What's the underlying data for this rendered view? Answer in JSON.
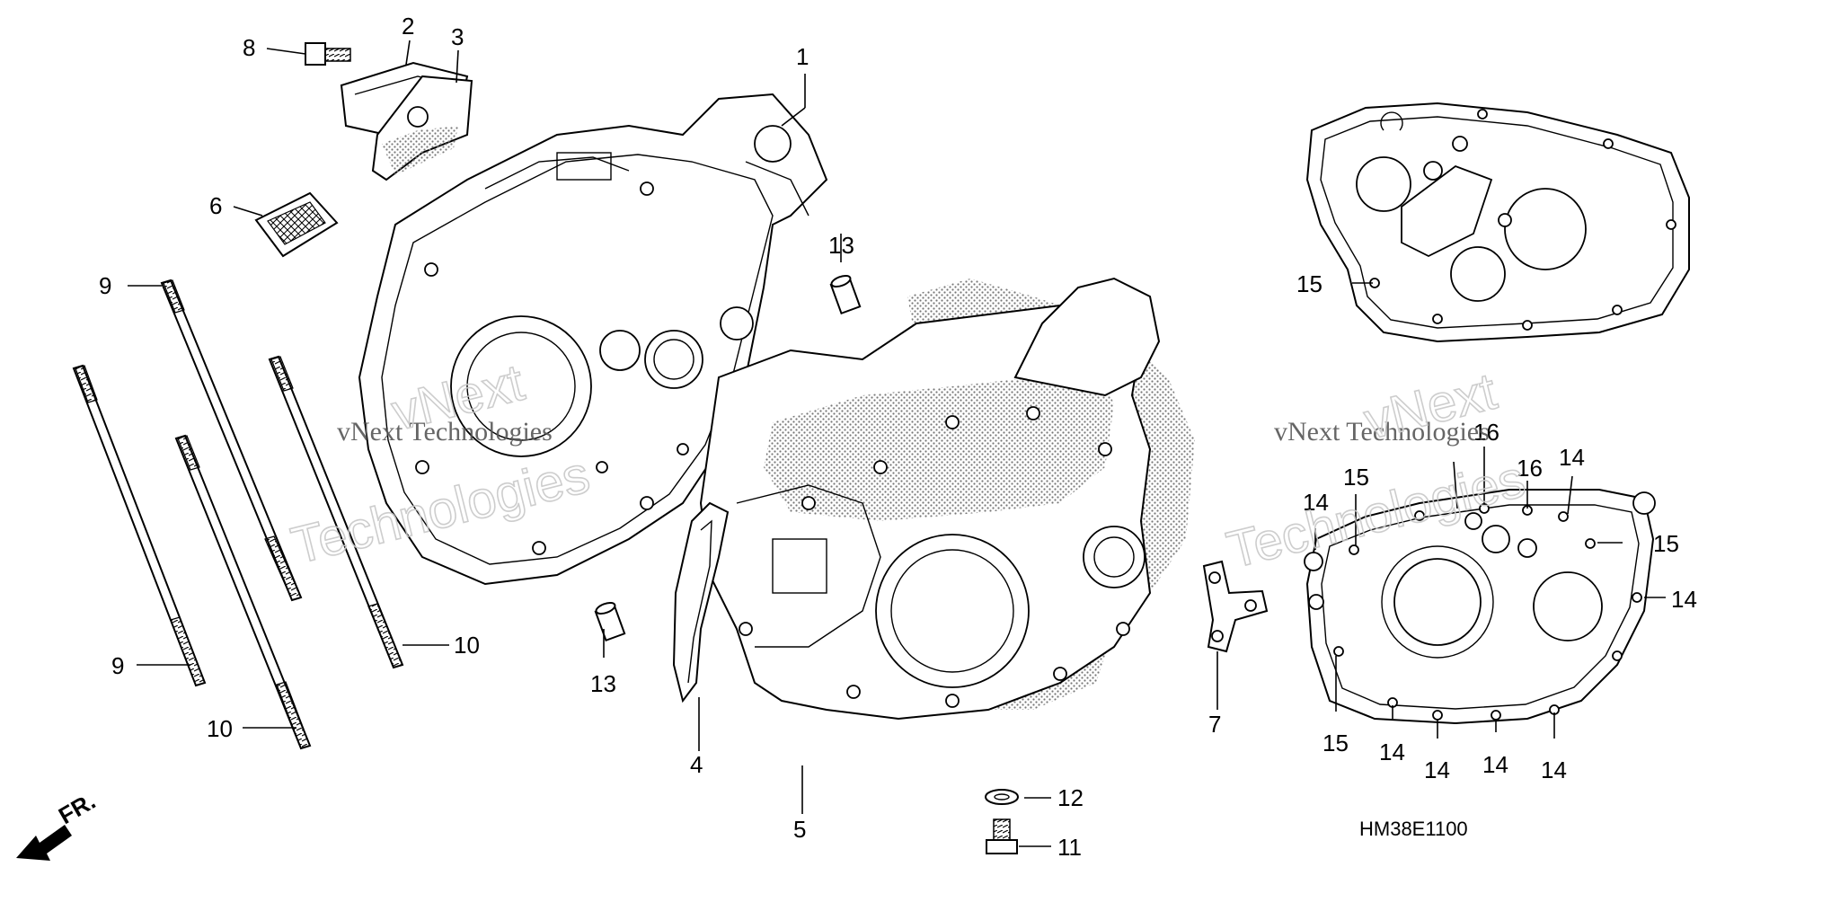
{
  "diagram": {
    "drawing_code": "HM38E1100",
    "direction_mark": "FR.",
    "watermark": {
      "line1": "vNext Technologies",
      "line2": "Technologies",
      "line3": "vNext"
    },
    "callouts": {
      "c1": "1",
      "c2": "2",
      "c3": "3",
      "c4": "4",
      "c5": "5",
      "c6": "6",
      "c7": "7",
      "c8": "8",
      "c9a": "9",
      "c9b": "9",
      "c10a": "10",
      "c10b": "10",
      "c11": "11",
      "c12": "12",
      "c13a": "13",
      "c13b": "13",
      "c14a": "14",
      "c14b": "14",
      "c14c": "14",
      "c14d": "14",
      "c14e": "14",
      "c14f": "14",
      "c14g": "14",
      "c15a": "15",
      "c15b": "15",
      "c15c": "15",
      "c15d": "15",
      "c16a": "16",
      "c16b": "16"
    }
  }
}
